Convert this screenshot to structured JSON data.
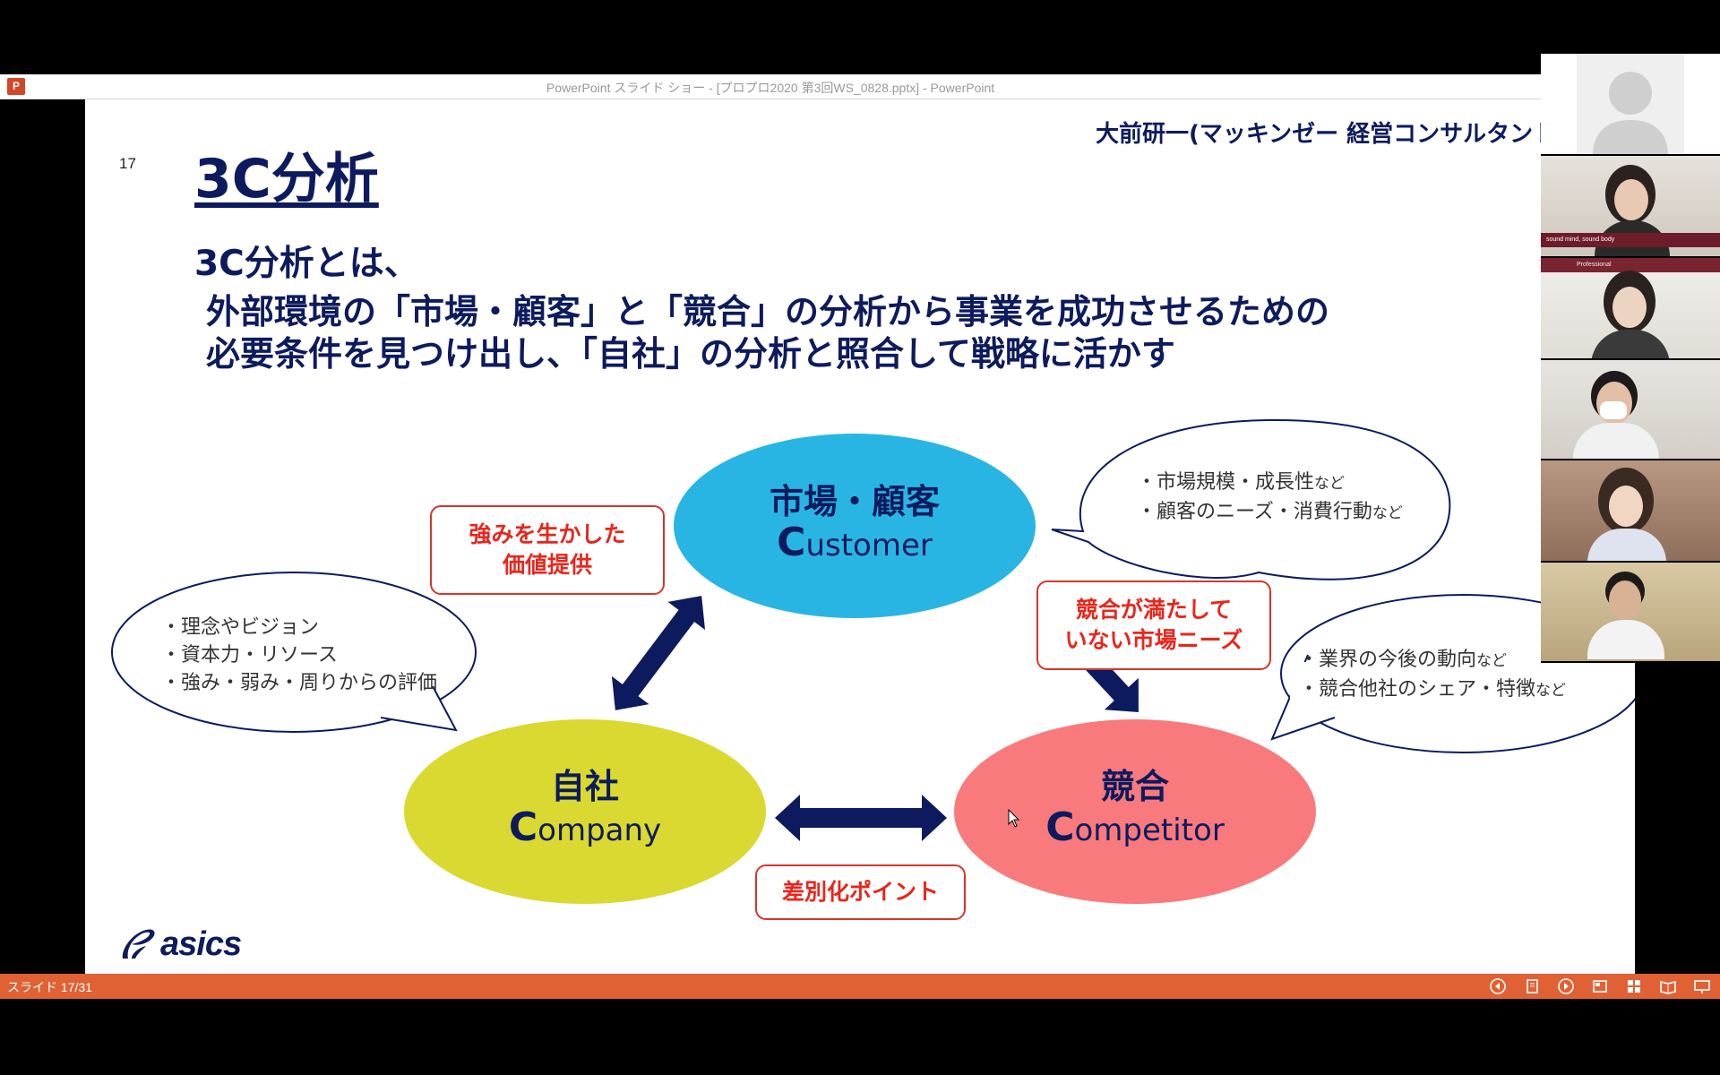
{
  "window": {
    "title": "PowerPoint スライド ショー - [プロプロ2020 第3回WS_0828.pptx] - PowerPoint",
    "app_icon_label": "P"
  },
  "slide": {
    "number": "17",
    "title": "3C分析",
    "attribution": "大前研一(マッキンゼー 経営コンサルタント",
    "subtitle": "3C分析とは、",
    "definition_line1": "外部環境の「市場・顧客」と「競合」の分析から事業を成功させるための",
    "definition_line2": "必要条件を見つけ出し、「自社」の分析と照合して戦略に活かす"
  },
  "diagram": {
    "customer": {
      "jp": "市場・顧客",
      "en_cap": "C",
      "en_rest": "ustomer",
      "color": "#29b5e4"
    },
    "company": {
      "jp": "自社",
      "en_cap": "C",
      "en_rest": "ompany",
      "color": "#d9d931"
    },
    "competitor": {
      "jp": "競合",
      "en_cap": "C",
      "en_rest": "ompetitor",
      "color": "#f97a7c"
    },
    "red_boxes": {
      "value": {
        "line1": "強みを生かした",
        "line2": "価値提供"
      },
      "needs": {
        "line1": "競合が満たして",
        "line2": "いない市場ニーズ"
      },
      "diff": {
        "line1": "差別化ポイント"
      }
    },
    "bubbles": {
      "customer": [
        {
          "main": "・市場規模・成長性",
          "small": "など"
        },
        {
          "main": "・顧客のニーズ・消費行動",
          "small": "など"
        }
      ],
      "company": [
        {
          "main": "・理念やビジョン",
          "small": ""
        },
        {
          "main": "・資本力・リソース",
          "small": ""
        },
        {
          "main": "・強み・弱み・周りからの評価",
          "small": ""
        }
      ],
      "competitor": [
        {
          "main": "・業界の今後の動向",
          "small": "など"
        },
        {
          "main": "・競合他社のシェア・特徴",
          "small": "など"
        }
      ]
    },
    "arrow_color": "#0d1b5e"
  },
  "logo": {
    "text": "asics"
  },
  "participants": {
    "tile2_banner": "sound mind, sound body",
    "tile3_banner": "Professional"
  },
  "statusbar": {
    "slide_counter": "スライド 17/31"
  }
}
